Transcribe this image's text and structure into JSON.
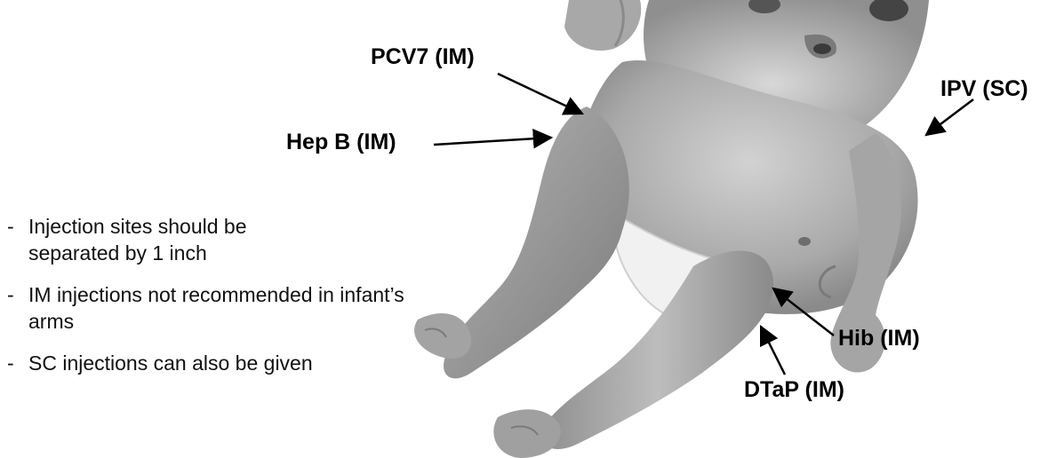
{
  "labels": {
    "pcv7": "PCV7 (IM)",
    "hepb": "Hep B (IM)",
    "ipv": "IPV (SC)",
    "hib": "Hib (IM)",
    "dtap": "DTaP (IM)"
  },
  "notes": [
    {
      "dash": "-",
      "text": "Injection sites should be separated by 1 inch"
    },
    {
      "dash": "-",
      "text": "IM injections not recommended in infant’s arms"
    },
    {
      "dash": "-",
      "text": "SC injections can also be given"
    }
  ],
  "colors": {
    "skin_light": "#c9c9c9",
    "skin_mid": "#9d9d9d",
    "skin_dark": "#6e6e6e",
    "diaper": "#f4f4f4",
    "text": "#000000"
  }
}
